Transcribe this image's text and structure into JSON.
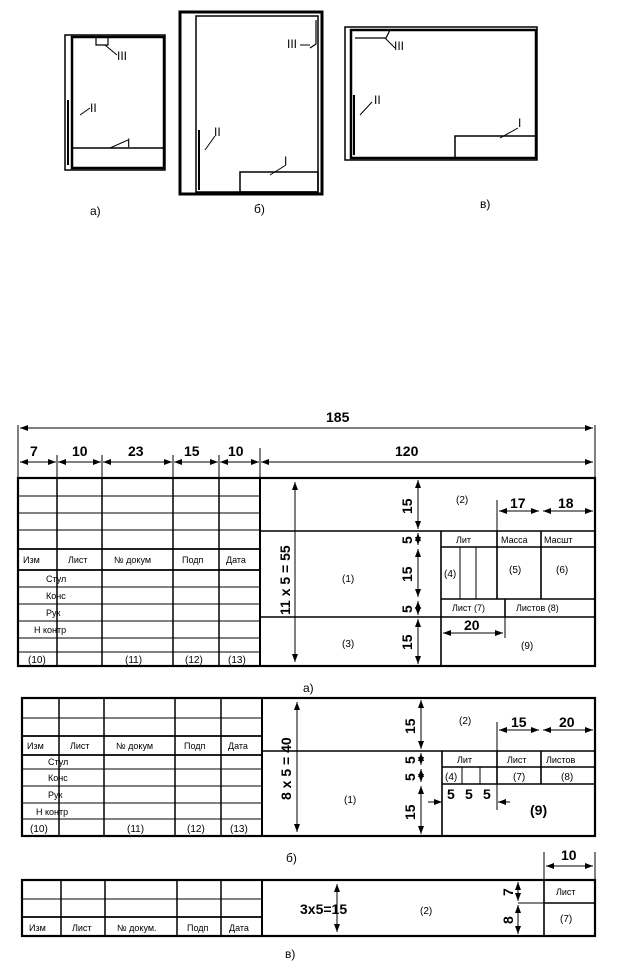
{
  "formats": {
    "label_a": "а)",
    "label_b": "б)",
    "label_v": "в)",
    "zone_1": "I",
    "zone_2": "II",
    "zone_3": "III"
  },
  "table_a": {
    "top": {
      "total": "185",
      "c1": "7",
      "c2": "10",
      "c3": "23",
      "c4": "15",
      "c5": "10",
      "right": "120"
    },
    "left_headers": [
      "Изм",
      "Лист",
      "№ докум",
      "Подп",
      "Дата"
    ],
    "left_rows": [
      "Стул",
      "Конс",
      "Рук",
      "Н контр"
    ],
    "left_nums": [
      "(10)",
      "(11)",
      "(12)",
      "(13)"
    ],
    "vdims": {
      "main": "11 x 5 = 55",
      "h15a": "15",
      "h5a": "5",
      "h15b": "15",
      "h5b": "5",
      "h15c": "15"
    },
    "cols": {
      "d17": "17",
      "d18": "18",
      "d20": "20"
    },
    "fields": {
      "f2": "(2)",
      "lit": "Лит",
      "massa": "Масса",
      "masst": "Масшт",
      "f1": "(1)",
      "f4": "(4)",
      "f5": "(5)",
      "f6": "(6)",
      "list7": "Лист (7)",
      "listov8": "Листов (8)",
      "f3": "(3)",
      "f9": "(9)"
    },
    "caption": "а)"
  },
  "table_b": {
    "left_headers": [
      "Изм",
      "Лист",
      "№ докум",
      "Подп",
      "Дата"
    ],
    "left_rows": [
      "Стул",
      "Конс",
      "Рук",
      "Н контр"
    ],
    "left_nums": [
      "(10)",
      "(11)",
      "(12)",
      "(13)"
    ],
    "vdims": {
      "main": "8 x 5 = 40",
      "h15a": "15",
      "h5a": "5",
      "h5b": "5",
      "h15b": "15"
    },
    "cols": {
      "d15": "15",
      "d20": "20",
      "s1": "5",
      "s2": "5",
      "s3": "5"
    },
    "fields": {
      "f2": "(2)",
      "lit": "Лит",
      "list": "Лист",
      "listov": "Листов",
      "f1": "(1)",
      "f4": "(4)",
      "f7": "(7)",
      "f8": "(8)",
      "f9": "(9)"
    },
    "caption": "б)"
  },
  "table_v": {
    "left_headers": [
      "Изм",
      "Лист",
      "№ докум.",
      "Подп",
      "Дата"
    ],
    "main": "3x5=15",
    "f2": "(2)",
    "h7": "7",
    "h8": "8",
    "d10": "10",
    "list": "Лист",
    "f7": "(7)",
    "caption": "в)"
  }
}
